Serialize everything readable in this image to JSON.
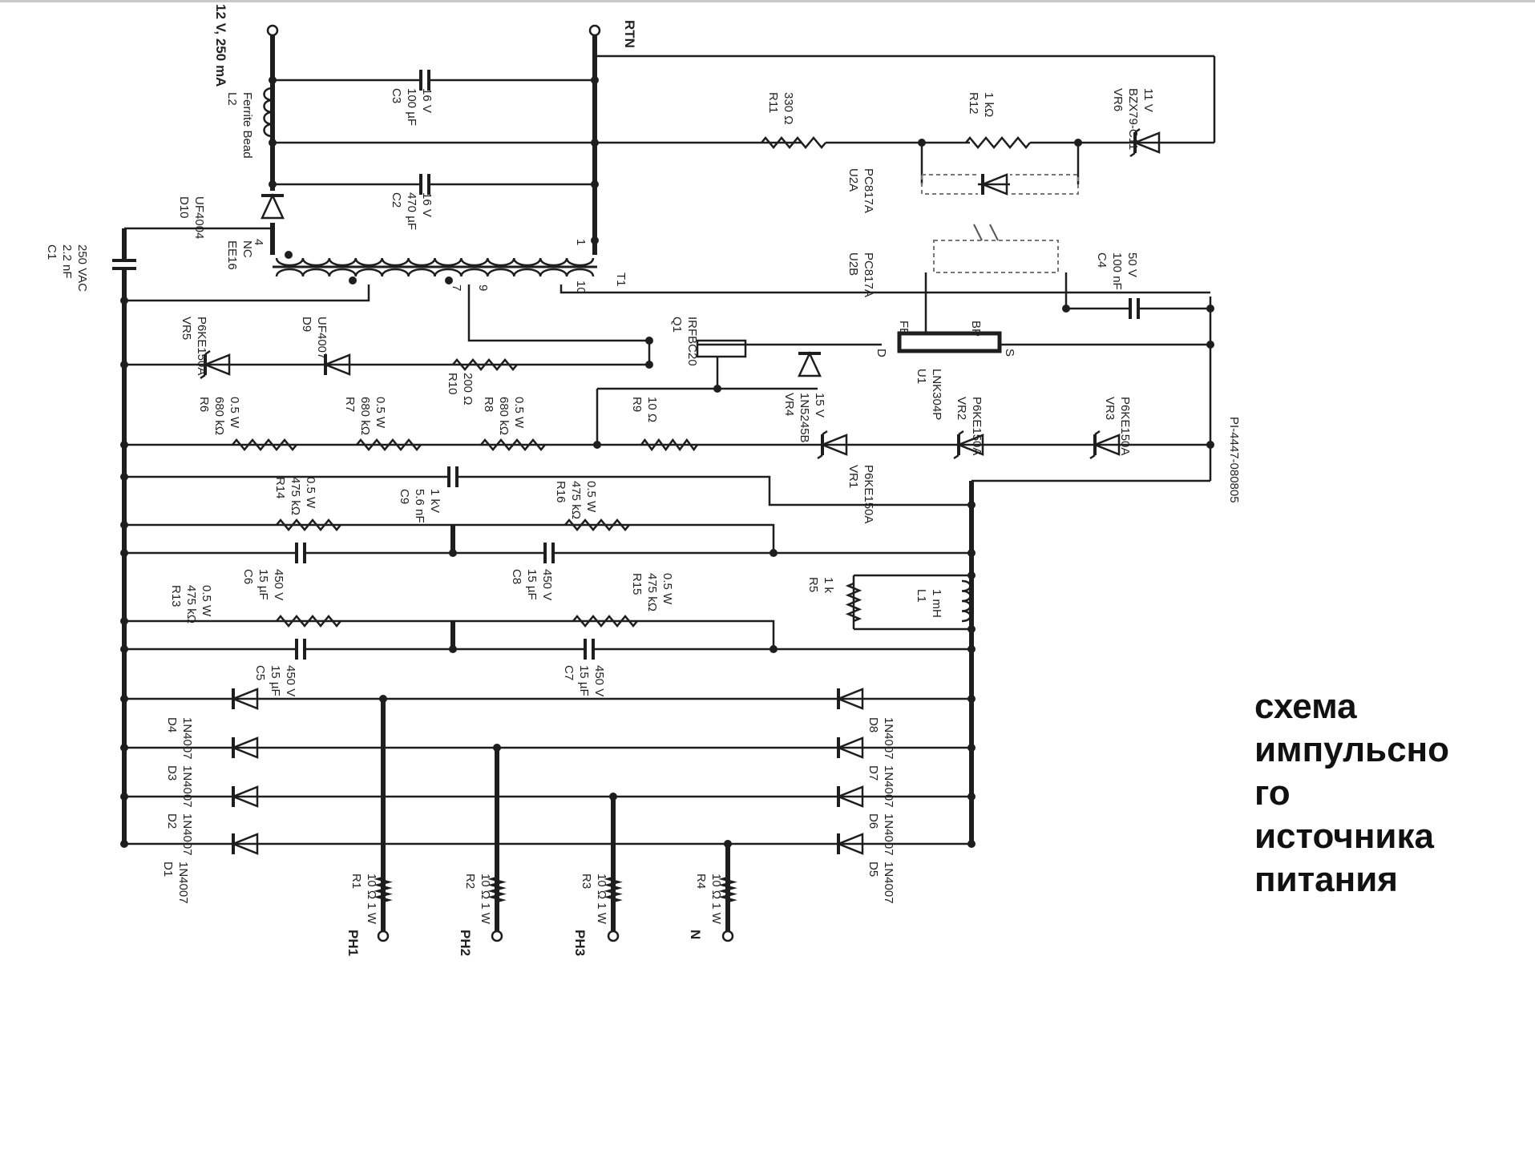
{
  "caption": {
    "lines": [
      "схема",
      "импульсно",
      "го",
      "источника",
      "питания"
    ]
  },
  "terminals": {
    "out_pos": "12 V, 250 mA",
    "rtn": "RTN",
    "ph1": "PH1",
    "ph2": "PH2",
    "ph3": "PH3",
    "n": "N"
  },
  "components": {
    "L2": [
      "L2",
      "Ferrite Bead"
    ],
    "C3": [
      "C3",
      "100 µF",
      "16 V"
    ],
    "C2": [
      "C2",
      "470 µF",
      "16 V"
    ],
    "D10": [
      "D10",
      "UF4004"
    ],
    "C1": [
      "C1",
      "2.2 nF",
      "250 VAC"
    ],
    "T1": [
      "EE16",
      "NC",
      "T1"
    ],
    "R11": [
      "R11",
      "330 Ω"
    ],
    "R12": [
      "R12",
      "1 kΩ"
    ],
    "VR6": [
      "VR6",
      "BZX79-C11",
      "11 V"
    ],
    "U2A": [
      "U2A",
      "PC817A"
    ],
    "U2B": [
      "U2B",
      "PC817A"
    ],
    "C4": [
      "C4",
      "100 nF",
      "50 V"
    ],
    "VR5": [
      "VR5",
      "P6KE150A"
    ],
    "D9": [
      "D9",
      "UF4007"
    ],
    "R10": [
      "R10",
      "200 Ω"
    ],
    "Q1": [
      "Q1",
      "IRFBC20"
    ],
    "U1": [
      "U1",
      "LNK304P"
    ],
    "VR4": [
      "VR4",
      "1N5245B",
      "15 V"
    ],
    "R6": [
      "R6",
      "680 kΩ",
      "0.5 W"
    ],
    "R7": [
      "R7",
      "680 kΩ",
      "0.5 W"
    ],
    "R8": [
      "R8",
      "680 kΩ",
      "0.5 W"
    ],
    "R9": [
      "R9",
      "10 Ω"
    ],
    "VR1": [
      "VR1",
      "P6KE150A"
    ],
    "VR2": [
      "VR2",
      "P6KE150A"
    ],
    "VR3": [
      "VR3",
      "P6KE150A"
    ],
    "R14": [
      "R14",
      "475 kΩ",
      "0.5 W"
    ],
    "C9": [
      "C9",
      "5.6 nF",
      "1 kV"
    ],
    "R16": [
      "R16",
      "475 kΩ",
      "0.5 W"
    ],
    "C6": [
      "C6",
      "15 µF",
      "450 V"
    ],
    "C8": [
      "C8",
      "15 µF",
      "450 V"
    ],
    "R13": [
      "R13",
      "475 kΩ",
      "0.5 W"
    ],
    "R15": [
      "R15",
      "475 kΩ",
      "0.5 W"
    ],
    "R5": [
      "R5",
      "1 k"
    ],
    "L1": [
      "L1",
      "1 mH"
    ],
    "C5": [
      "C5",
      "15 µF",
      "450 V"
    ],
    "C7": [
      "C7",
      "15 µF",
      "450 V"
    ],
    "D1": [
      "D1",
      "1N4007"
    ],
    "D2": [
      "D2",
      "1N4007"
    ],
    "D3": [
      "D3",
      "1N4007"
    ],
    "D4": [
      "D4",
      "1N4007"
    ],
    "D5": [
      "D5",
      "1N4007"
    ],
    "D6": [
      "D6",
      "1N4007"
    ],
    "D7": [
      "D7",
      "1N4007"
    ],
    "D8": [
      "D8",
      "1N4007"
    ],
    "R1": [
      "R1",
      "10 Ω 1 W"
    ],
    "R2": [
      "R2",
      "10 Ω 1 W"
    ],
    "R3": [
      "R3",
      "10 Ω 1 W"
    ],
    "R4": [
      "R4",
      "10 Ω 1 W"
    ]
  },
  "pins": {
    "d": "D",
    "s": "S",
    "fb": "FB",
    "bp": "BP",
    "t1_4": "4",
    "t1_1": "1",
    "t1_7": "7",
    "t1_9": "9",
    "t1_10": "10"
  },
  "drawing_id": "PI-4447-080805"
}
